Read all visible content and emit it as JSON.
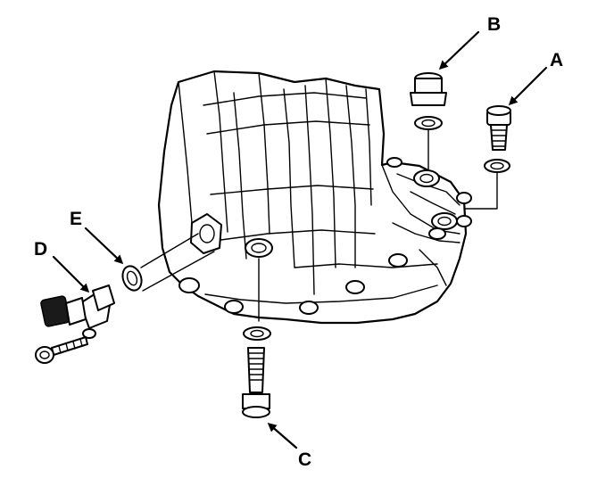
{
  "callouts": {
    "a": "A",
    "b": "B",
    "c": "C",
    "d": "D",
    "e": "E"
  },
  "colors": {
    "line": "#000000",
    "background": "#ffffff"
  }
}
